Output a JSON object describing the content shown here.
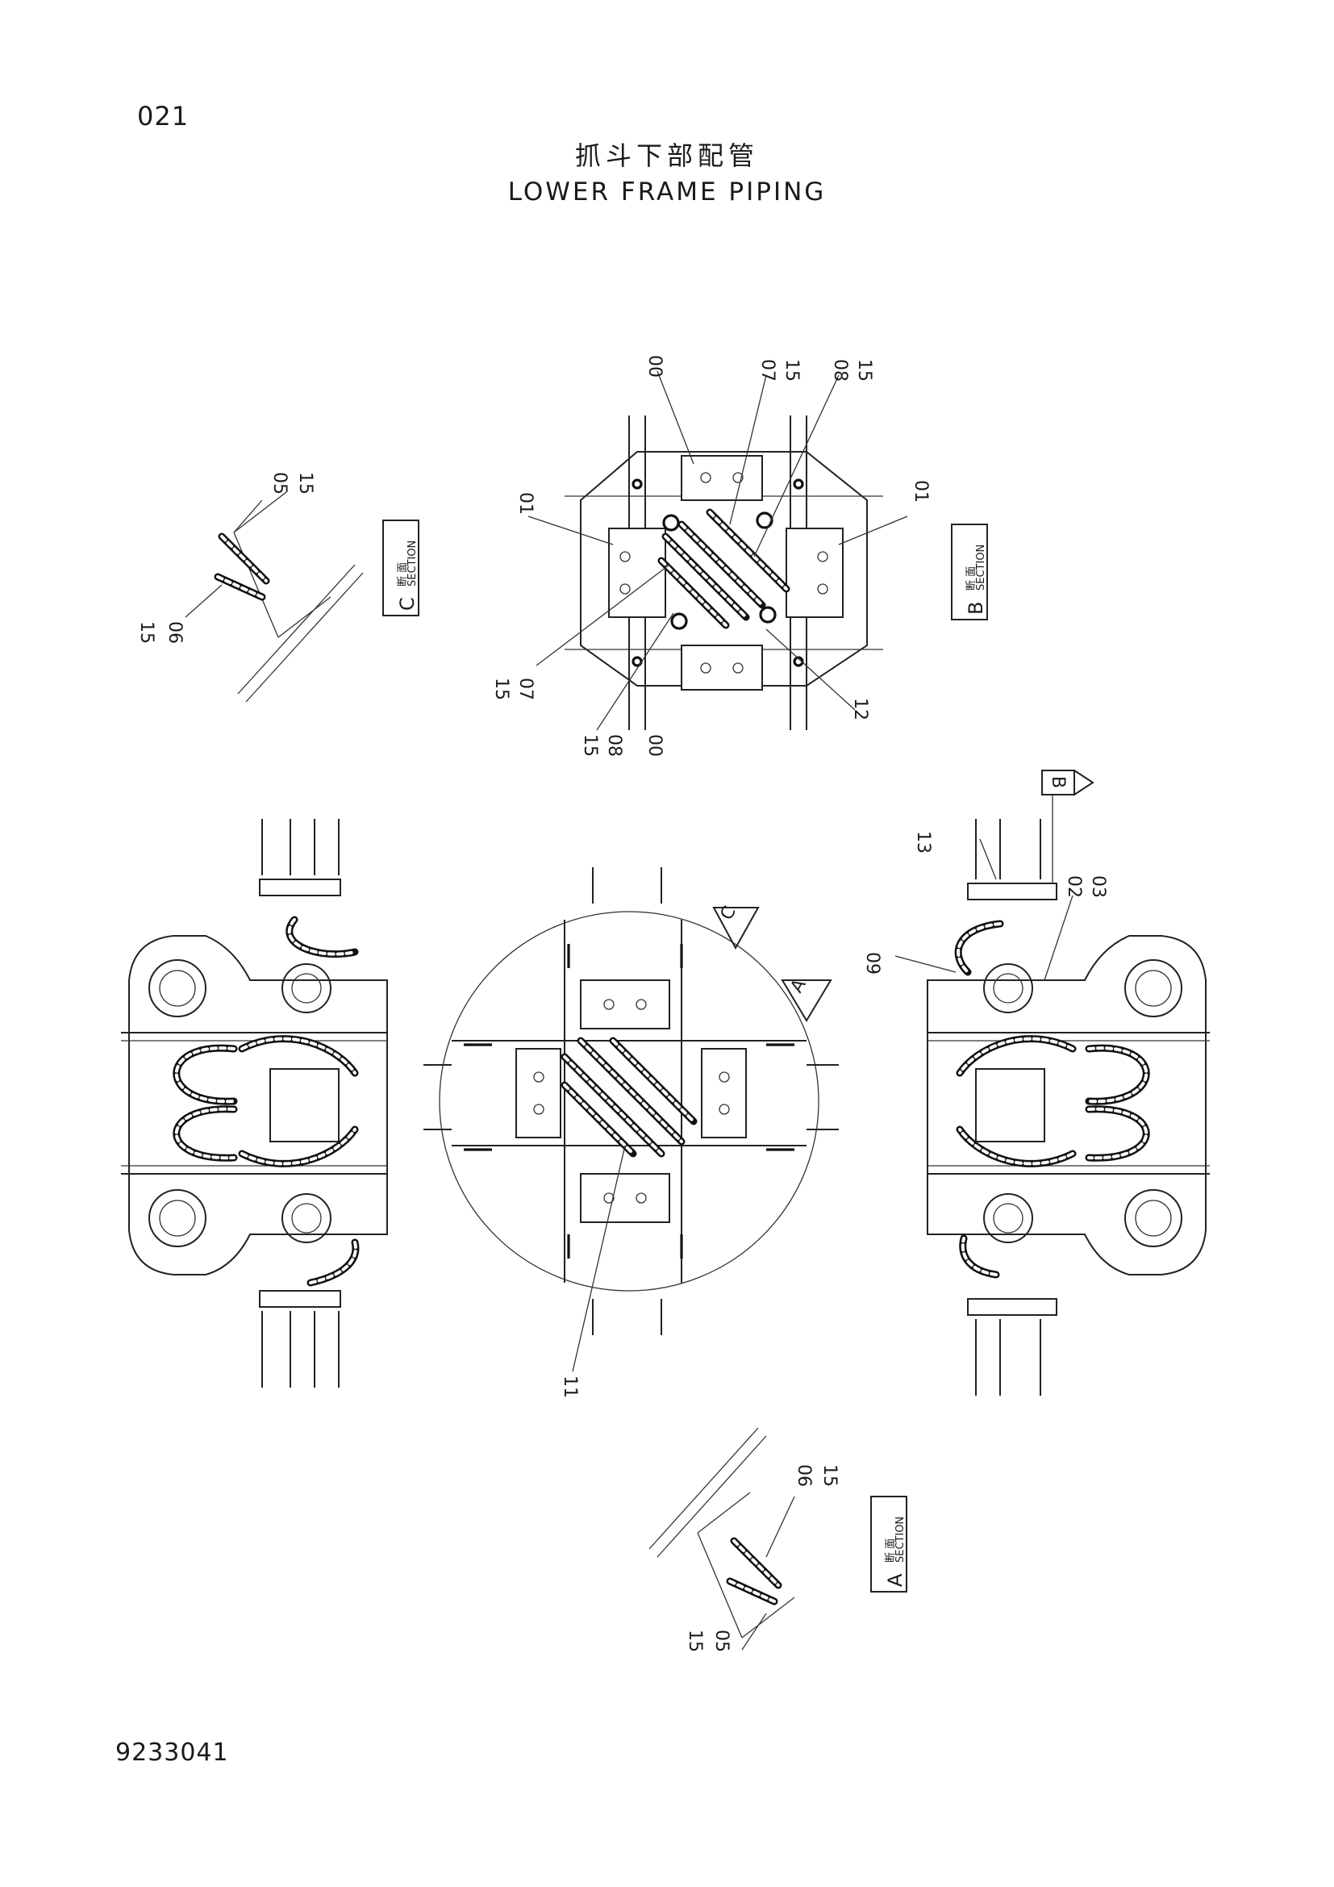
{
  "header": {
    "page_number": "021",
    "title_cn": "抓斗下部配管",
    "title_en": "LOWER FRAME PIPING"
  },
  "footer": {
    "doc_number": "9233041"
  },
  "sections": {
    "a": {
      "cn": "断 面",
      "en": "SECTION",
      "letter": "A"
    },
    "b": {
      "cn": "断 面",
      "en": "SECTION",
      "letter": "B"
    },
    "c": {
      "cn": "断 面",
      "en": "SECTION",
      "letter": "C"
    }
  },
  "markers": {
    "a": "A",
    "b": "B",
    "c": "C"
  },
  "callouts": {
    "top_00_upper": "00",
    "top_07": "07",
    "top_15_a": "15",
    "top_08": "08",
    "top_15_b": "15",
    "top_01_left": "01",
    "top_01_right": "01",
    "top_15_c": "15",
    "top_07_lower": "07",
    "top_15_d": "15",
    "top_08_lower": "08",
    "top_00_lower": "00",
    "top_12": "12",
    "secc_05": "05",
    "secc_15_a": "15",
    "secc_15_b": "15",
    "secc_06": "06",
    "r_13": "13",
    "r_02": "02",
    "r_03": "03",
    "r_09": "09",
    "c_11": "11",
    "seca_06": "06",
    "seca_15_a": "15",
    "seca_15_b": "15",
    "seca_05": "05"
  }
}
